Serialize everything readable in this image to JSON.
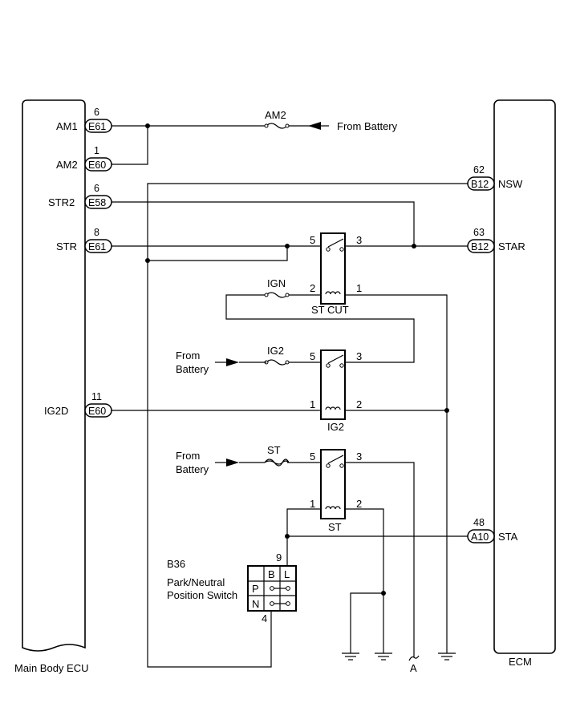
{
  "ecus": {
    "main_body": "Main Body ECU",
    "ecm": "ECM"
  },
  "main_body_pins": [
    {
      "name": "AM1",
      "connector": "E61",
      "pin": "6"
    },
    {
      "name": "AM2",
      "connector": "E60",
      "pin": "1"
    },
    {
      "name": "STR2",
      "connector": "E58",
      "pin": "6"
    },
    {
      "name": "STR",
      "connector": "E61",
      "pin": "8"
    },
    {
      "name": "IG2D",
      "connector": "E60",
      "pin": "11"
    }
  ],
  "ecm_pins": [
    {
      "name": "NSW",
      "connector": "B12",
      "pin": "62"
    },
    {
      "name": "STAR",
      "connector": "B12",
      "pin": "63"
    },
    {
      "name": "STA",
      "connector": "A10",
      "pin": "48"
    }
  ],
  "fuses": {
    "am2": "AM2",
    "ign": "IGN",
    "ig2": "IG2",
    "st": "ST"
  },
  "sources": {
    "battery_right": "From Battery",
    "battery_ig2": [
      "From",
      "Battery"
    ],
    "battery_st": [
      "From",
      "Battery"
    ]
  },
  "relays": [
    {
      "name": "ST CUT",
      "pins": [
        "5",
        "3",
        "2",
        "1"
      ]
    },
    {
      "name": "IG2",
      "pins": [
        "5",
        "3",
        "1",
        "2"
      ]
    },
    {
      "name": "ST",
      "pins": [
        "5",
        "3",
        "1",
        "2"
      ]
    }
  ],
  "switch": {
    "code": "B36",
    "title_line1": "Park/Neutral",
    "title_line2": "Position Switch",
    "top_pin": "9",
    "bottom_pin": "4",
    "col_b": "B",
    "col_l": "L",
    "row_p": "P",
    "row_n": "N"
  },
  "ground_label": "A"
}
